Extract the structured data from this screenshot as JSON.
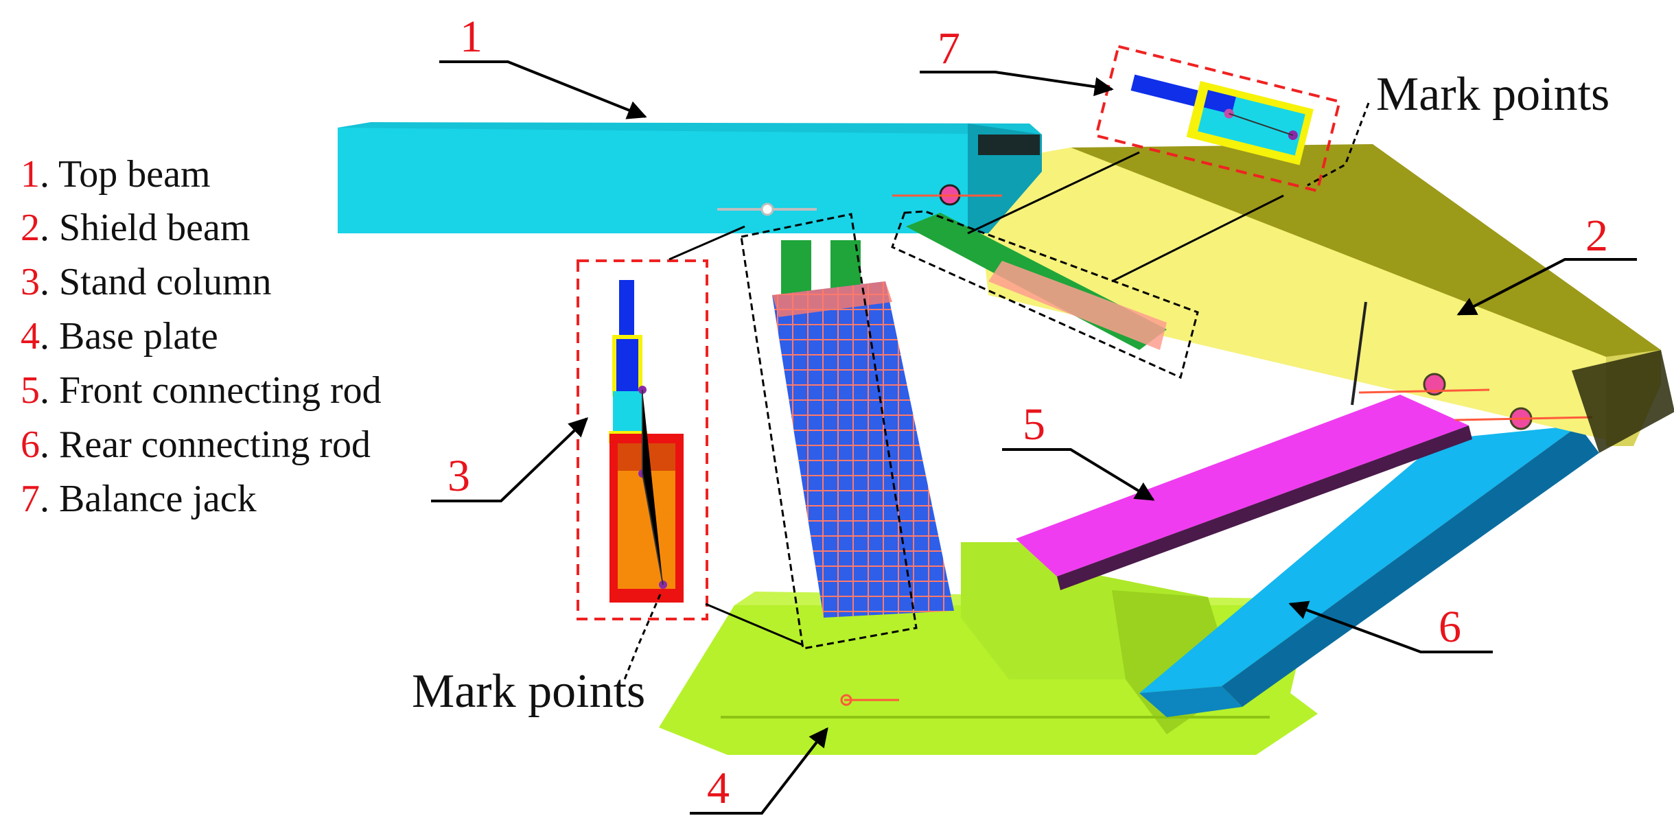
{
  "legend": [
    {
      "num": "1",
      "text": ". Top beam"
    },
    {
      "num": "2",
      "text": ". Shield beam"
    },
    {
      "num": "3",
      "text": ". Stand column"
    },
    {
      "num": "4",
      "text": ". Base plate"
    },
    {
      "num": "5",
      "text": ". Front connecting rod"
    },
    {
      "num": "6",
      "text": ". Rear connecting rod"
    },
    {
      "num": "7",
      "text": ". Balance jack"
    }
  ],
  "callouts": {
    "c1": "1",
    "c2": "2",
    "c3": "3",
    "c4": "4",
    "c5": "5",
    "c6": "6",
    "c7": "7"
  },
  "mark_points_top": "Mark points",
  "mark_points_bottom": "Mark points",
  "colors": {
    "top_beam": "#19d3e6",
    "shield_beam": "#f6f27a",
    "shield_beam_dark": "#9c9a19",
    "base_plate": "#b6f12b",
    "front_rod": "#f03cf0",
    "rear_rod": "#14b7ef",
    "column_blue": "#2b59e8",
    "column_green": "#1fa53a",
    "jack_orange": "#f58a0a",
    "jack_red": "#ec1212",
    "label_red": "#e8141c"
  }
}
